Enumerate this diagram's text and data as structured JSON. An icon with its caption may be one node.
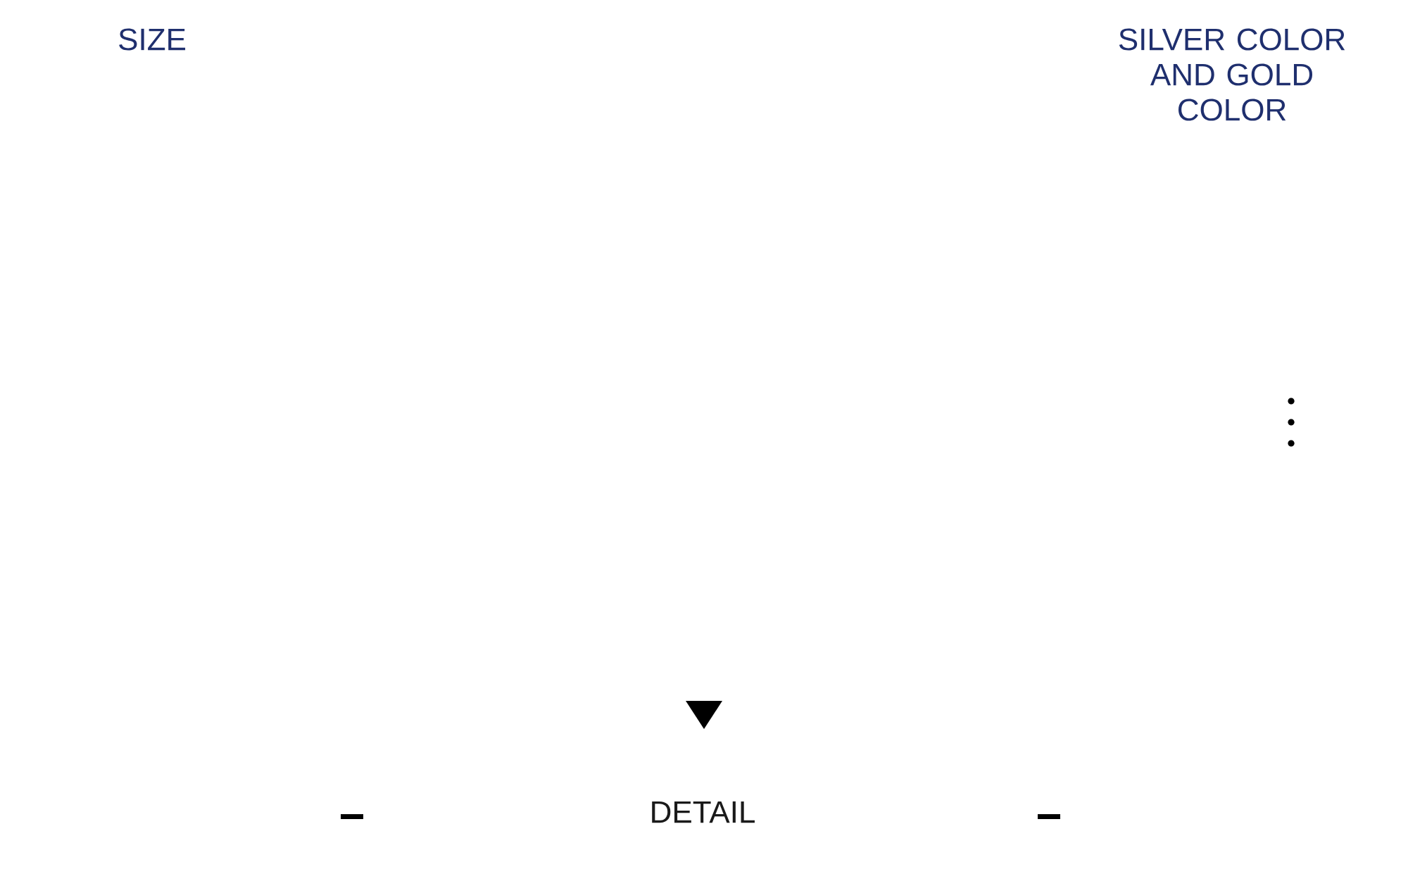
{
  "diagram": {
    "labels": [
      "SIZE",
      "SILVER COLOR AND GOLD COLOR",
      "DETAIL"
    ]
  }
}
